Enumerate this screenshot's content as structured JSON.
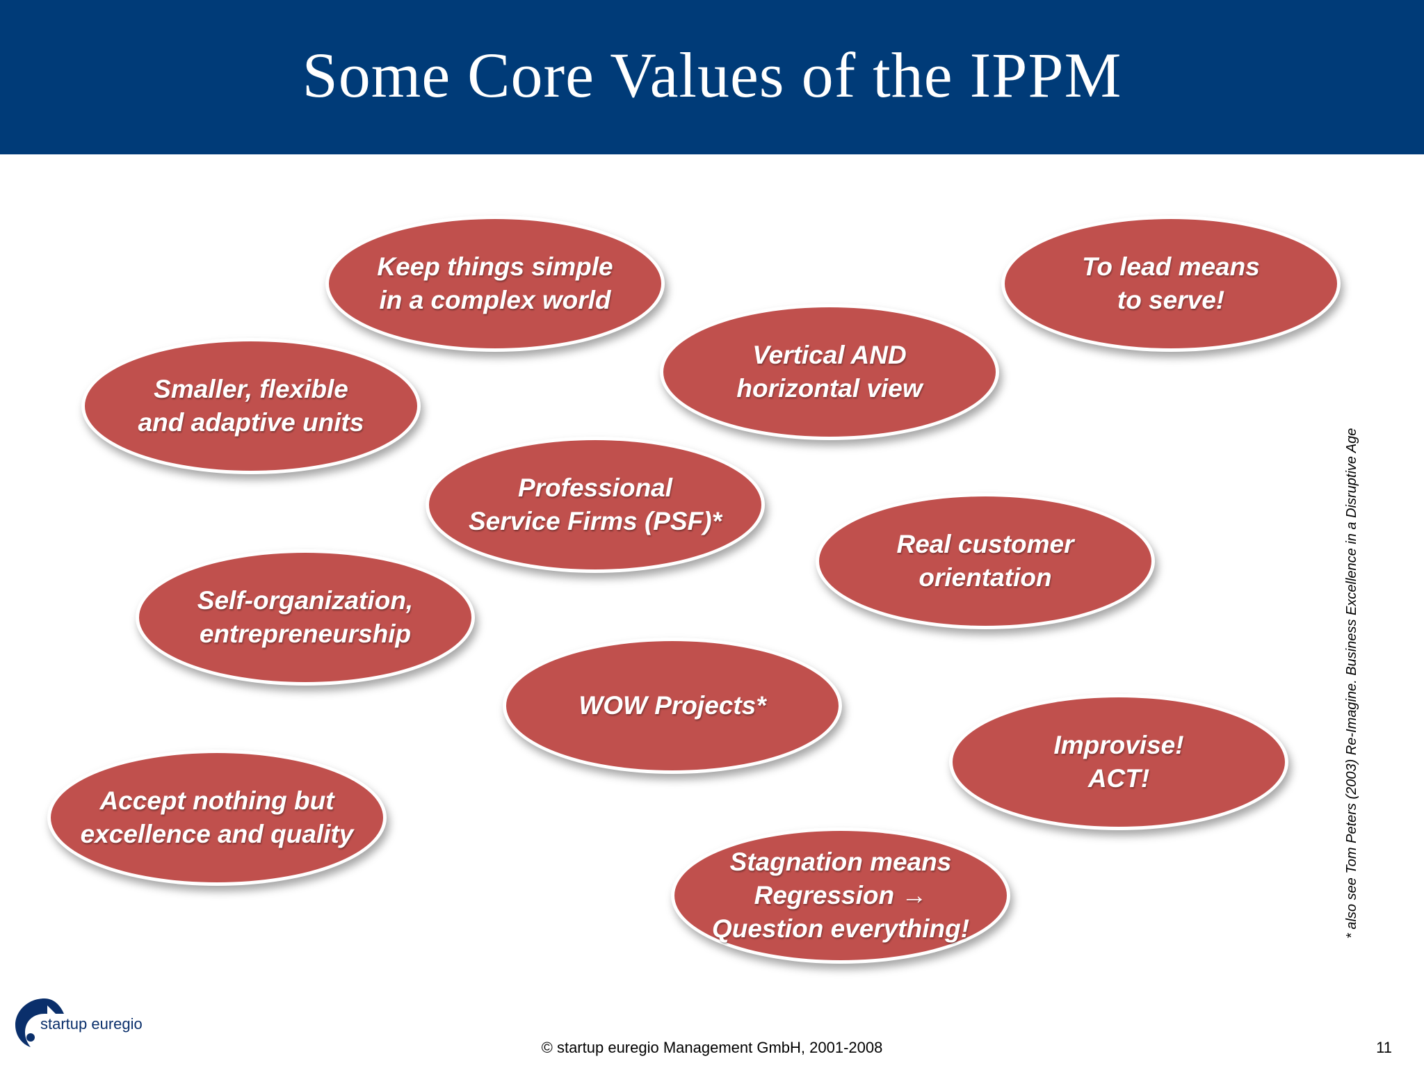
{
  "slide": {
    "title": "Some Core Values of the IPPM",
    "page_number": "11"
  },
  "values": [
    {
      "text": "Keep things simple\nin a complex world"
    },
    {
      "text": "To lead means\nto serve!"
    },
    {
      "text": "Vertical AND\nhorizontal view"
    },
    {
      "text": "Smaller, flexible\nand adaptive units"
    },
    {
      "text": "Professional\nService Firms (PSF)*"
    },
    {
      "text": "Real customer\norientation"
    },
    {
      "text": "Self-organization,\nentrepreneurship"
    },
    {
      "text": "WOW Projects*"
    },
    {
      "text": "Improvise!\nACT!"
    },
    {
      "text": "Accept nothing but\nexcellence and quality"
    },
    {
      "text": "Stagnation means\nRegression →\nQuestion everything!"
    }
  ],
  "side_note": "* also see Tom Peters (2003) Re-Imagine. Business Excellence in a Disruptive Age",
  "footer": {
    "copyright": "© startup euregio Management GmbH, 2001-2008",
    "logo_text": "startup euregio"
  },
  "colors": {
    "header_bg": "#003b78",
    "ellipse_fill": "#c0504d",
    "ellipse_text": "#ffffff"
  },
  "icons": {
    "logo": "startup-euregio-logo-icon"
  }
}
